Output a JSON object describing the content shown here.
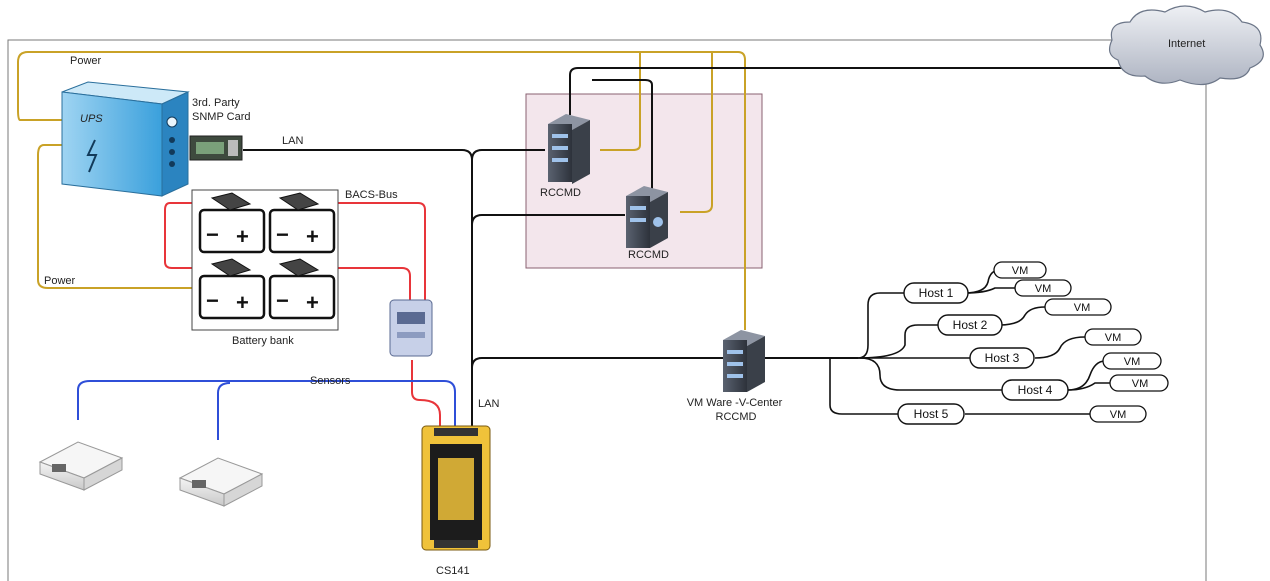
{
  "internet": "Internet",
  "ups": {
    "label": "UPS",
    "power_top": "Power",
    "power_bottom": "Power"
  },
  "snmp_card": "3rd. Party\nSNMP Card",
  "lan_top": "LAN",
  "lan_bottom": "LAN",
  "bacs_bus": "BACS-Bus",
  "battery_bank": "Battery bank",
  "sensors": "Sensors",
  "cs141": "CS141",
  "rccmd1": "RCCMD",
  "rccmd2": "RCCMD",
  "vcenter": "VM Ware -V-Center\nRCCMD",
  "hosts": [
    "Host 1",
    "Host 2",
    "Host 3",
    "Host 4",
    "Host  5"
  ],
  "vm": "VM",
  "colors": {
    "power": "#c9a227",
    "lan": "#111111",
    "bacs": "#e8353a",
    "sensors": "#2f4fd8",
    "server_zone": "#f3e6ec"
  }
}
